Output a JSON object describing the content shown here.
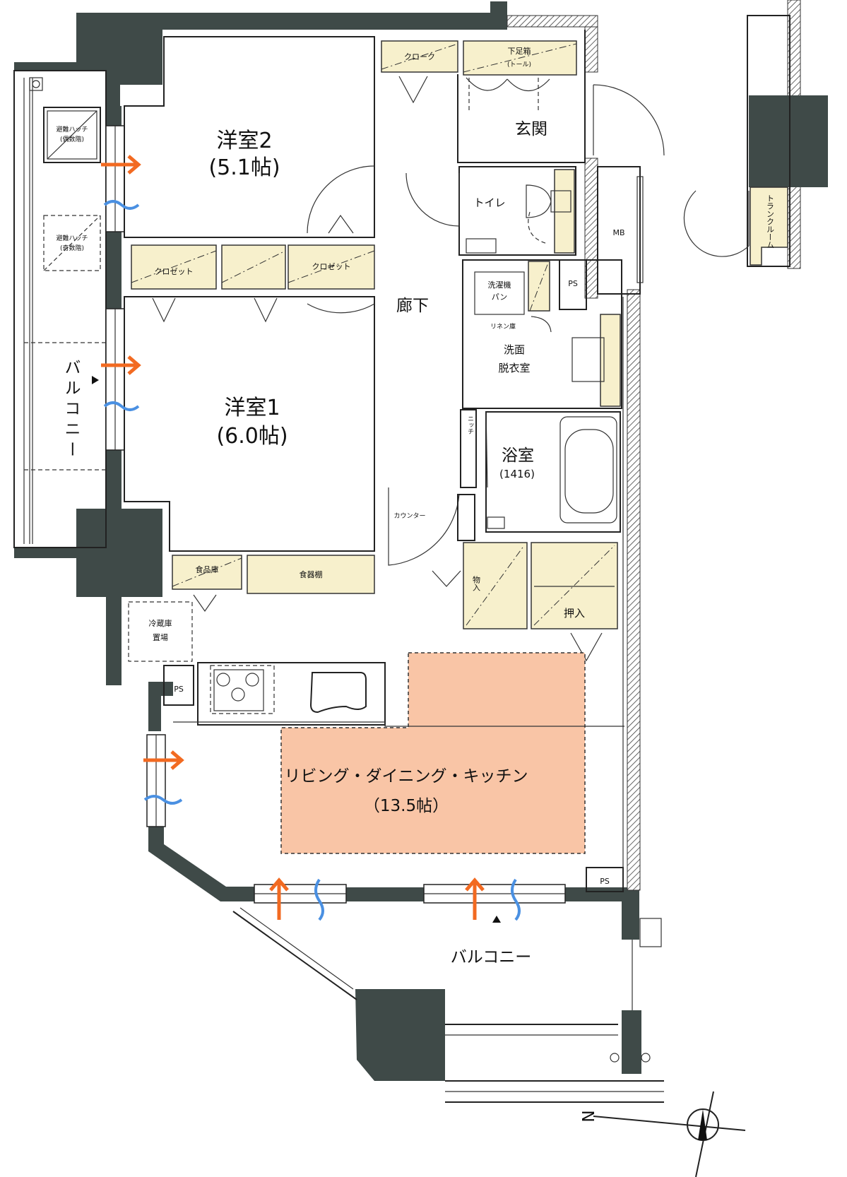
{
  "rooms": {
    "western2": {
      "name": "洋室2",
      "size": "(5.1帖)"
    },
    "western1": {
      "name": "洋室1",
      "size": "(6.0帖)"
    },
    "ldk": {
      "name": "リビング・ダイニング・キッチン",
      "size": "（13.5帖）"
    },
    "entrance": "玄関",
    "corridor": "廊下",
    "toilet": "トイレ",
    "washroom_line1": "洗面",
    "washroom_line2": "脱衣室",
    "bath": {
      "name": "浴室",
      "size": "(1416)"
    },
    "balcony_west": "バルコニー",
    "balcony_south": "バルコニー",
    "trunk_room": "トランクルーム"
  },
  "labels": {
    "cloak": "クローク",
    "shoe_box": "下足箱",
    "shoe_box_sub": "(トール)",
    "closet_a": "クロゼット",
    "closet_b": "クロゼット",
    "pantry": "食品庫",
    "dish_shelf": "食器棚",
    "fridge_line1": "冷蔵庫",
    "fridge_line2": "置場",
    "ps_1": "PS",
    "ps_2": "PS",
    "ps_3": "PS",
    "mb": "MB",
    "washer_line1": "洗濯機",
    "washer_line2": "パン",
    "linen": "リネン庫",
    "niche": "ニッチ",
    "counter": "カウンター",
    "storage_small": "物入",
    "storage_closet": "押入",
    "hatch_even": "避難ハッチ",
    "hatch_even_sub": "(偶数階)",
    "hatch_odd": "避難ハッチ",
    "hatch_odd_sub": "(奇数階)",
    "north": "N"
  },
  "colors": {
    "wall": "#3f4a48",
    "storage": "#f7f0cc",
    "ldk_highlight": "#f9c5a6",
    "ventilation_arrow": "#f26a21",
    "light_wave": "#4a90e2"
  }
}
